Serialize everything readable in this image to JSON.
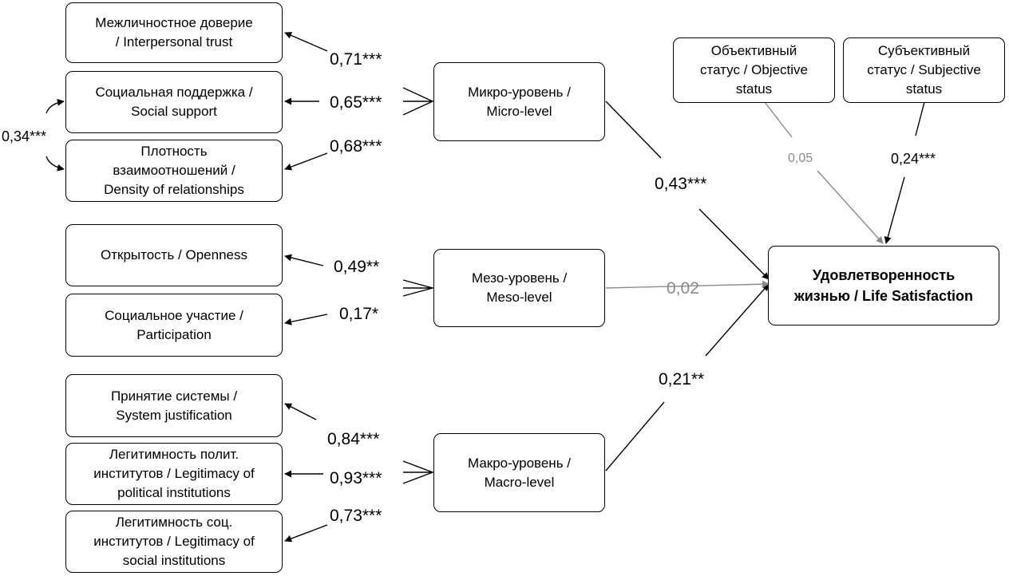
{
  "colors": {
    "line": "#000000",
    "insignificant": "#8a8a8a"
  },
  "indicators": {
    "trust": {
      "lines": [
        "Межличностное доверие",
        "/ Interpersonal trust"
      ]
    },
    "support": {
      "lines": [
        "Социальная поддержка /",
        "Social support"
      ]
    },
    "density": {
      "lines": [
        "Плотность",
        "взаимоотношений /",
        "Density of relationships"
      ]
    },
    "openness": {
      "lines": [
        "Открытость / Openness"
      ]
    },
    "participation": {
      "lines": [
        "Социальное участие /",
        "Participation"
      ]
    },
    "system": {
      "lines": [
        "Принятие системы /",
        "System justification"
      ]
    },
    "legit_pol": {
      "lines": [
        "Легитимность полит.",
        "институтов / Legitimacy of",
        "political institutions"
      ]
    },
    "legit_soc": {
      "lines": [
        "Легитимность соц.",
        "институтов / Legitimacy of",
        "social institutions"
      ]
    }
  },
  "latent": {
    "micro": {
      "lines": [
        "Микро-уровень /",
        "Micro-level"
      ]
    },
    "meso": {
      "lines": [
        "Мезо-уровень /",
        "Meso-level"
      ]
    },
    "macro": {
      "lines": [
        "Макро-уровень /",
        "Macro-level"
      ]
    }
  },
  "controls": {
    "objective": {
      "lines": [
        "Объективный",
        "статус / Objective",
        "status"
      ]
    },
    "subjective": {
      "lines": [
        "Субъективный",
        "статус / Subjective",
        "status"
      ]
    }
  },
  "outcome": {
    "lines": [
      "Удовлетворенность",
      "жизнью / Life Satisfaction"
    ]
  },
  "coefficients": {
    "trust": "0,71***",
    "support": "0,65***",
    "density": "0,68***",
    "covariance": "0,34***",
    "openness": "0,49**",
    "participation": "0,17*",
    "system": "0,84***",
    "legit_pol": "0,93***",
    "legit_soc": "0,73***",
    "micro_ls": "0,43***",
    "meso_ls": "0,02",
    "macro_ls": "0,21**",
    "objective_ls": "0,05",
    "subjective_ls": "0,24***"
  }
}
